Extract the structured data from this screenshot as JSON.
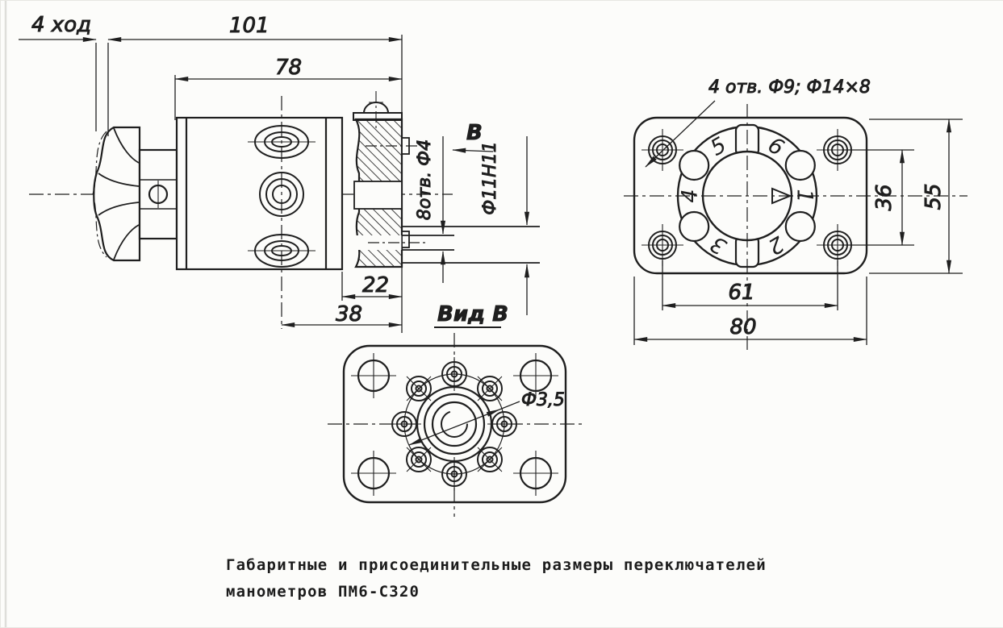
{
  "page": {
    "background": "#fcfcfa",
    "ink": "#1f1f1f"
  },
  "caption": {
    "line1": "Габаритные и присоединительные размеры переключателей",
    "line2": "манометров ПМ6-С320"
  },
  "side_view": {
    "dim_stroke": "4 ход",
    "dim_101": "101",
    "dim_78": "78",
    "dim_22": "22",
    "dim_38": "38",
    "label_holes": "8отв. Ф4",
    "label_bore": "Ф11Н11",
    "view_arrow": "В"
  },
  "front_view": {
    "label_holes": "4 отв. Ф9; Ф14×8",
    "dim_55": "55",
    "dim_36": "36",
    "dim_61": "61",
    "dim_80": "80",
    "dial_numbers": [
      "1",
      "2",
      "3",
      "4",
      "5",
      "6"
    ]
  },
  "view_b": {
    "label": "Вид В",
    "label_hole_dia": "Ф3,5"
  }
}
